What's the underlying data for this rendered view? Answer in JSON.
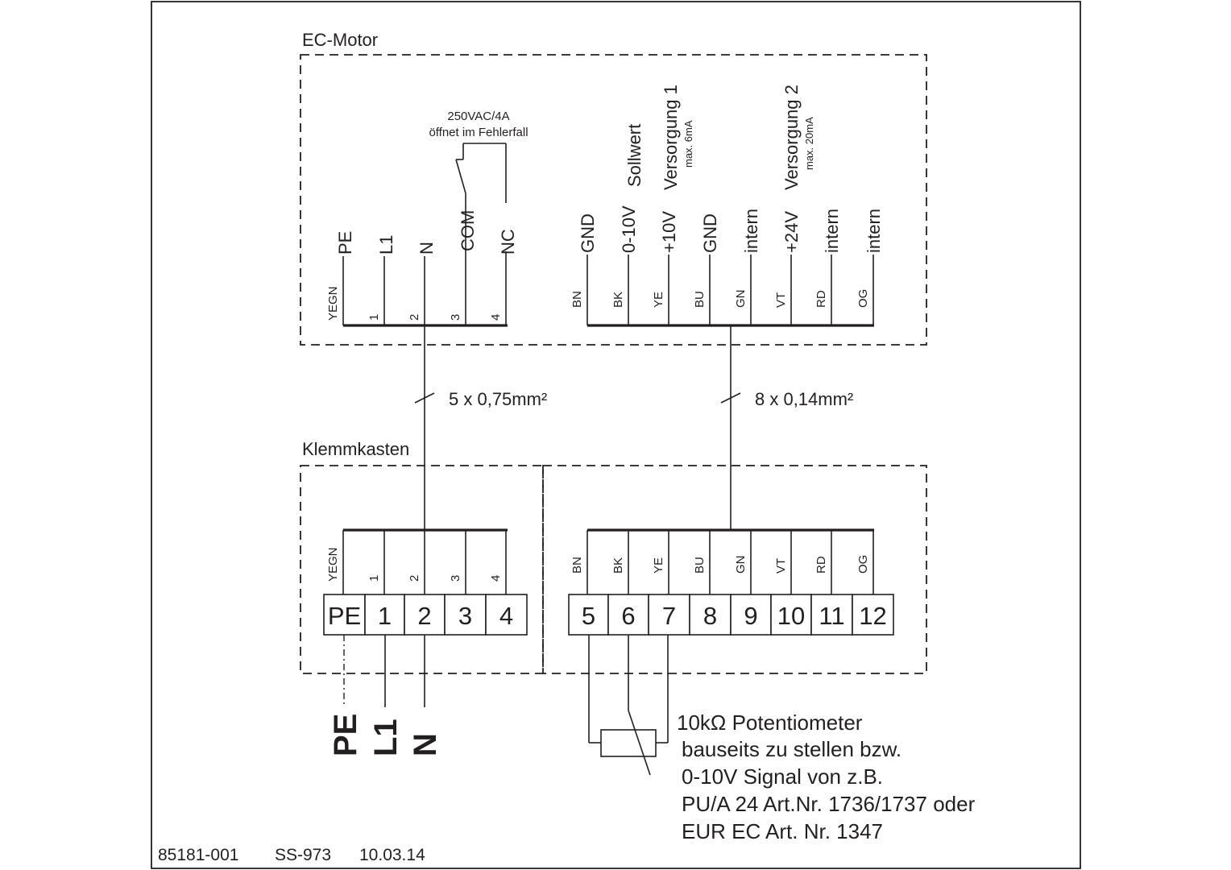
{
  "motor": {
    "title": "EC-Motor",
    "relay_rating": "250VAC/4A",
    "relay_note": "öffnet im Fehlerfall",
    "power_functions": [
      "PE",
      "L1",
      "N",
      "COM",
      "NC"
    ],
    "power_wires": [
      "YEGN",
      "1",
      "2",
      "3",
      "4"
    ],
    "signal_functions": [
      "GND",
      "0-10V",
      "+10V",
      "GND",
      "intern",
      "+24V",
      "intern",
      "intern"
    ],
    "signal_notes": [
      {
        "title": "Sollwert",
        "sub": ""
      },
      {
        "title": "Versorgung 1",
        "sub": "max. 6mA"
      },
      {
        "title": "Versorgung 2",
        "sub": "max. 20mA"
      }
    ],
    "signal_wires": [
      "BN",
      "BK",
      "YE",
      "BU",
      "GN",
      "VT",
      "RD",
      "OG"
    ]
  },
  "cables": {
    "power": "5 x 0,75mm²",
    "signal": "8 x 0,14mm²"
  },
  "terminal_box": {
    "title": "Klemmkasten",
    "power_wires": [
      "YEGN",
      "1",
      "2",
      "3",
      "4"
    ],
    "power_terminals": [
      "PE",
      "1",
      "2",
      "3",
      "4"
    ],
    "signal_wires": [
      "BN",
      "BK",
      "YE",
      "BU",
      "GN",
      "VT",
      "RD",
      "OG"
    ],
    "signal_terminals": [
      "5",
      "6",
      "7",
      "8",
      "9",
      "10",
      "11",
      "12"
    ]
  },
  "supply_labels": [
    "PE",
    "L1",
    "N"
  ],
  "potentiometer": {
    "lines": [
      "10kΩ Potentiometer",
      "bauseits zu stellen bzw.",
      "0-10V Signal von z.B.",
      "PU/A 24 Art.Nr. 1736/1737 oder",
      "EUR EC Art. Nr. 1347"
    ]
  },
  "footer": {
    "drawing_no": "85181-001",
    "code": "SS-973",
    "date": "10.03.14"
  }
}
